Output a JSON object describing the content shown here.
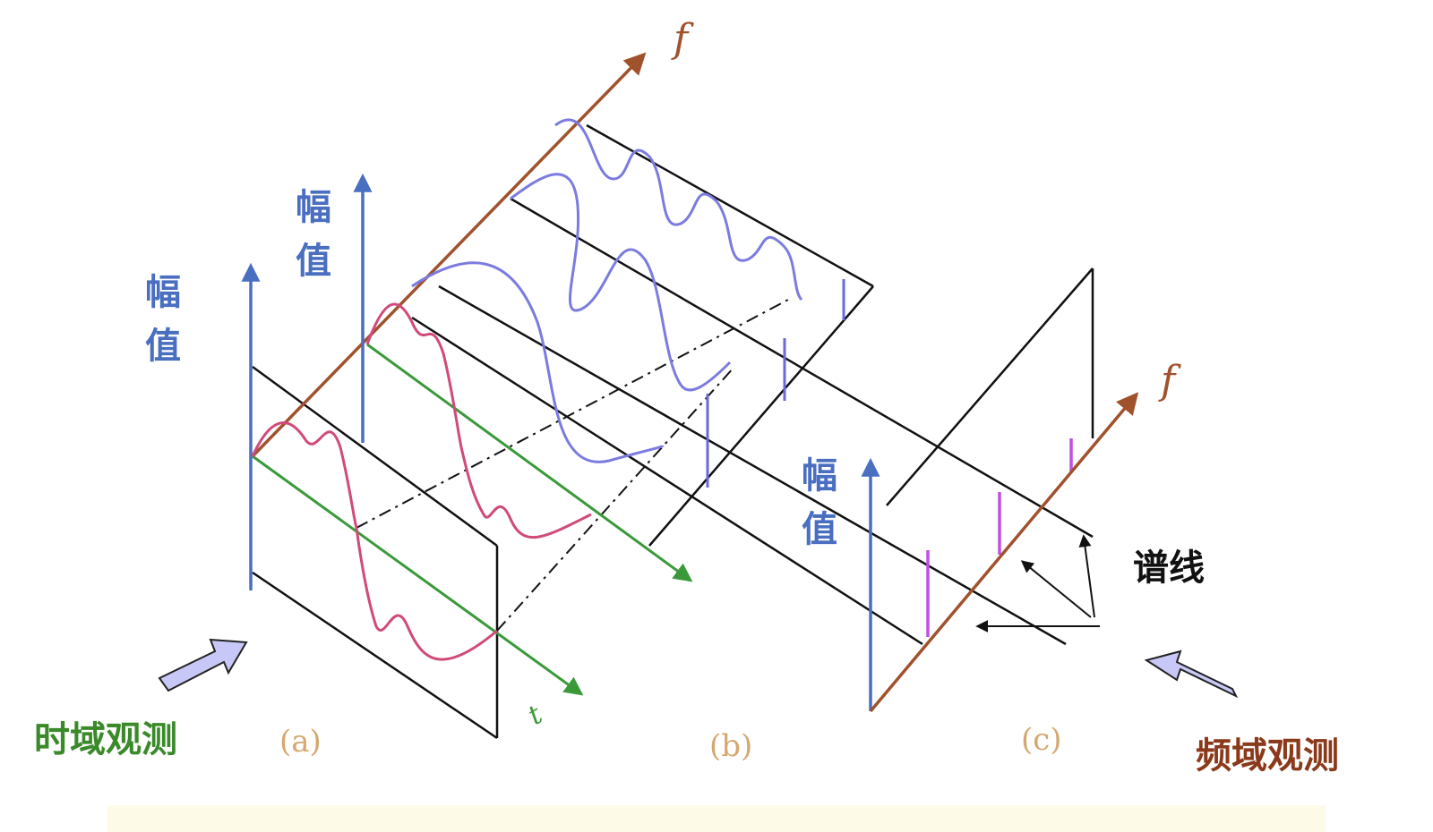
{
  "labels": {
    "amp_a_1": "幅",
    "amp_a_2": "值",
    "amp_b_1": "幅",
    "amp_b_2": "值",
    "amp_c_1": "幅",
    "amp_c_2": "值",
    "f_top": "f",
    "f_right": "f",
    "t_axis": "t",
    "spectral_lines": "谱线",
    "time_domain": "时域观测",
    "freq_domain": "频域观测",
    "panel_a": "(a)",
    "panel_b": "(b)",
    "panel_c": "(c)"
  },
  "colors": {
    "blue_axis": "#4a6fc0",
    "brown_axis": "#a0522d",
    "green_axis": "#3a9a3a",
    "red_curve": "#d04a7a",
    "blue_curve": "#7b7be0",
    "spectral_blue": "#6a6ad8",
    "spectral_pink": "#c050e0",
    "black_line": "#111111",
    "time_label": "#3a8a2a",
    "freq_label": "#8a3a1a",
    "panel_label": "#d4a870",
    "arrow_fill": "#c8c8f8"
  }
}
